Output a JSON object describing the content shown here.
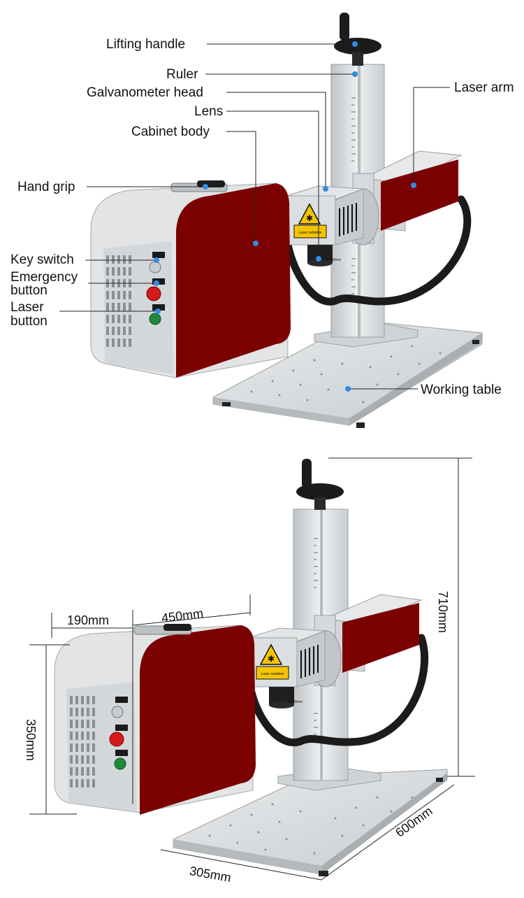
{
  "top_diagram": {
    "labels": {
      "lifting_handle": "Lifting handle",
      "ruler": "Ruler",
      "galvanometer_head": "Galvanometer head",
      "lens": "Lens",
      "cabinet_body": "Cabinet body",
      "hand_grip": "Hand grip",
      "key_switch": "Key switch",
      "emergency_button_line1": "Emergency",
      "emergency_button_line2": "button",
      "laser_button_line1": "Laser",
      "laser_button_line2": "button",
      "laser_arm": "Laser arm",
      "working_table": "Working table"
    },
    "warning_label": "Laser radiation",
    "lens_marking": "f=100mm"
  },
  "bottom_diagram": {
    "dimensions": {
      "cabinet_depth": "190mm",
      "cabinet_length": "450mm",
      "cabinet_height": "350mm",
      "total_height": "710mm",
      "table_depth": "600mm",
      "table_width": "305mm"
    },
    "warning_label": "Laser radiation",
    "lens_marking": "f=100mm"
  },
  "colors": {
    "panel_red": "#7b0000",
    "aluminum": "#d8dbdd",
    "dot_blue": "#2f8de4",
    "cable_black": "#1b1b1b"
  }
}
